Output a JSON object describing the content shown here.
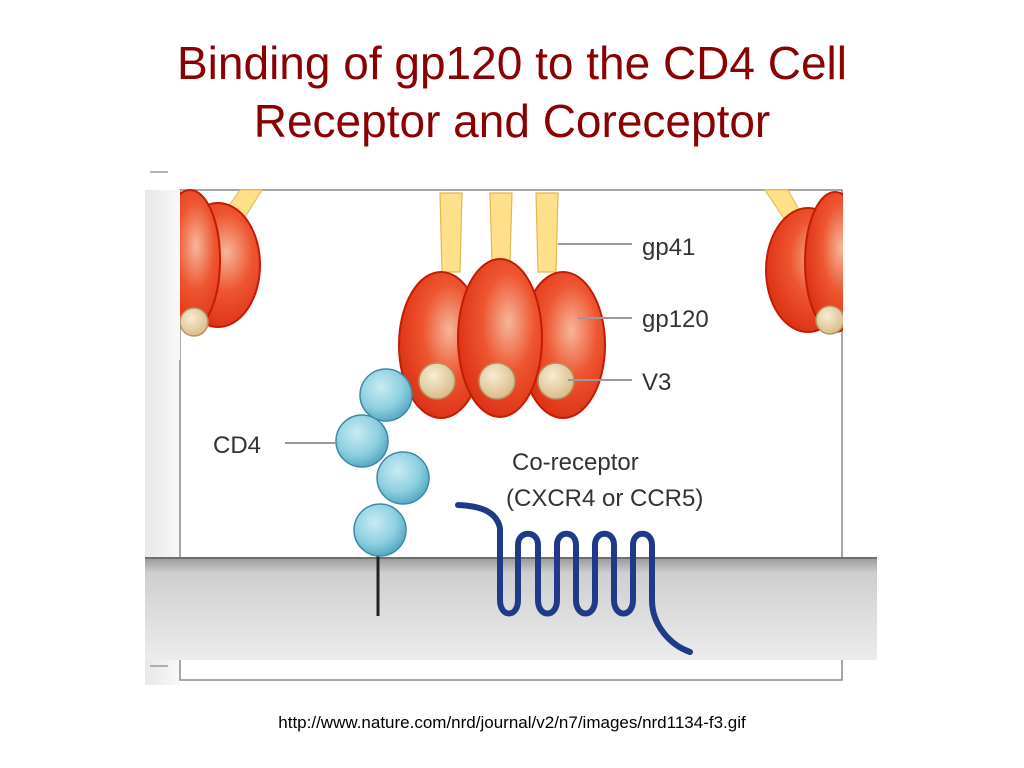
{
  "title": {
    "line1": "Binding of gp120 to the CD4 Cell",
    "line2": "Receptor and Coreceptor"
  },
  "diagram": {
    "labels": {
      "gp41": "gp41",
      "gp120": "gp120",
      "v3": "V3",
      "cd4": "CD4",
      "coreceptor_line1": "Co-receptor",
      "coreceptor_line2": "(CXCR4 or CCR5)"
    },
    "colors": {
      "title": "#8b0000",
      "gp120": "#ee4a2c",
      "gp41": "#ffe08a",
      "v3": "#e9d3a6",
      "cd4": "#8fd0e0",
      "coreceptor": "#1f3a87",
      "membrane": "#c9c9c9"
    }
  },
  "footer": {
    "source_url": "http://www.nature.com/nrd/journal/v2/n7/images/nrd1134-f3.gif"
  }
}
